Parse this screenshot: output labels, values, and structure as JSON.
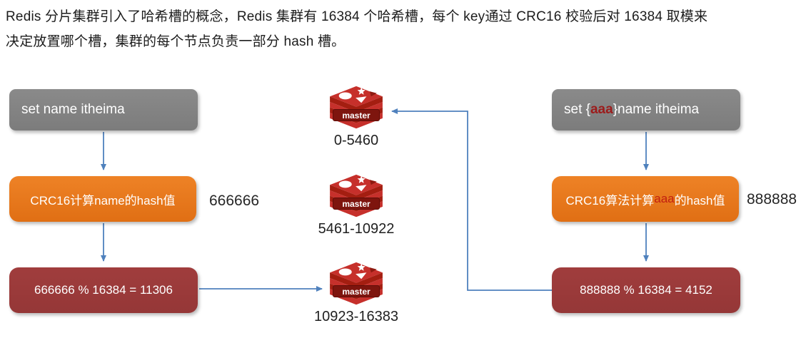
{
  "header": {
    "line1": "Redis 分片集群引入了哈希槽的概念，Redis 集群有 16384 个哈希槽，每个 key通过 CRC16 校验后对 16384 取模来",
    "line2": "决定放置哪个槽，集群的每个节点负责一部分 hash 槽。"
  },
  "left_flow": {
    "command": "set name itheima",
    "crc_box": "CRC16计算name的hash值",
    "hash_value": "666666",
    "mod_box": "666666 % 16384 = 11306"
  },
  "right_flow": {
    "command_prefix": "set {",
    "command_highlight": "aaa",
    "command_suffix": "}name itheima",
    "crc_prefix": "CRC16算法计算",
    "crc_highlight": "aaa",
    "crc_suffix": "的hash值",
    "hash_value": "888888",
    "mod_box": "888888 % 16384 = 4152"
  },
  "masters": [
    {
      "label": "master",
      "range": "0-5460"
    },
    {
      "label": "master",
      "range": "5461-10922"
    },
    {
      "label": "master",
      "range": "10923-16383"
    }
  ],
  "colors": {
    "gray_box": "#7f7f7f",
    "orange_box": "#e6771e",
    "maroon_box": "#9c3a3a",
    "arrow_blue": "#4f81bd",
    "highlight_red_on_gray": "#9c1b1b",
    "highlight_red_on_orange": "#c21f10",
    "redis_red": "#c6302b",
    "redis_dark_red": "#a41e11",
    "master_band": "#7e150e"
  }
}
